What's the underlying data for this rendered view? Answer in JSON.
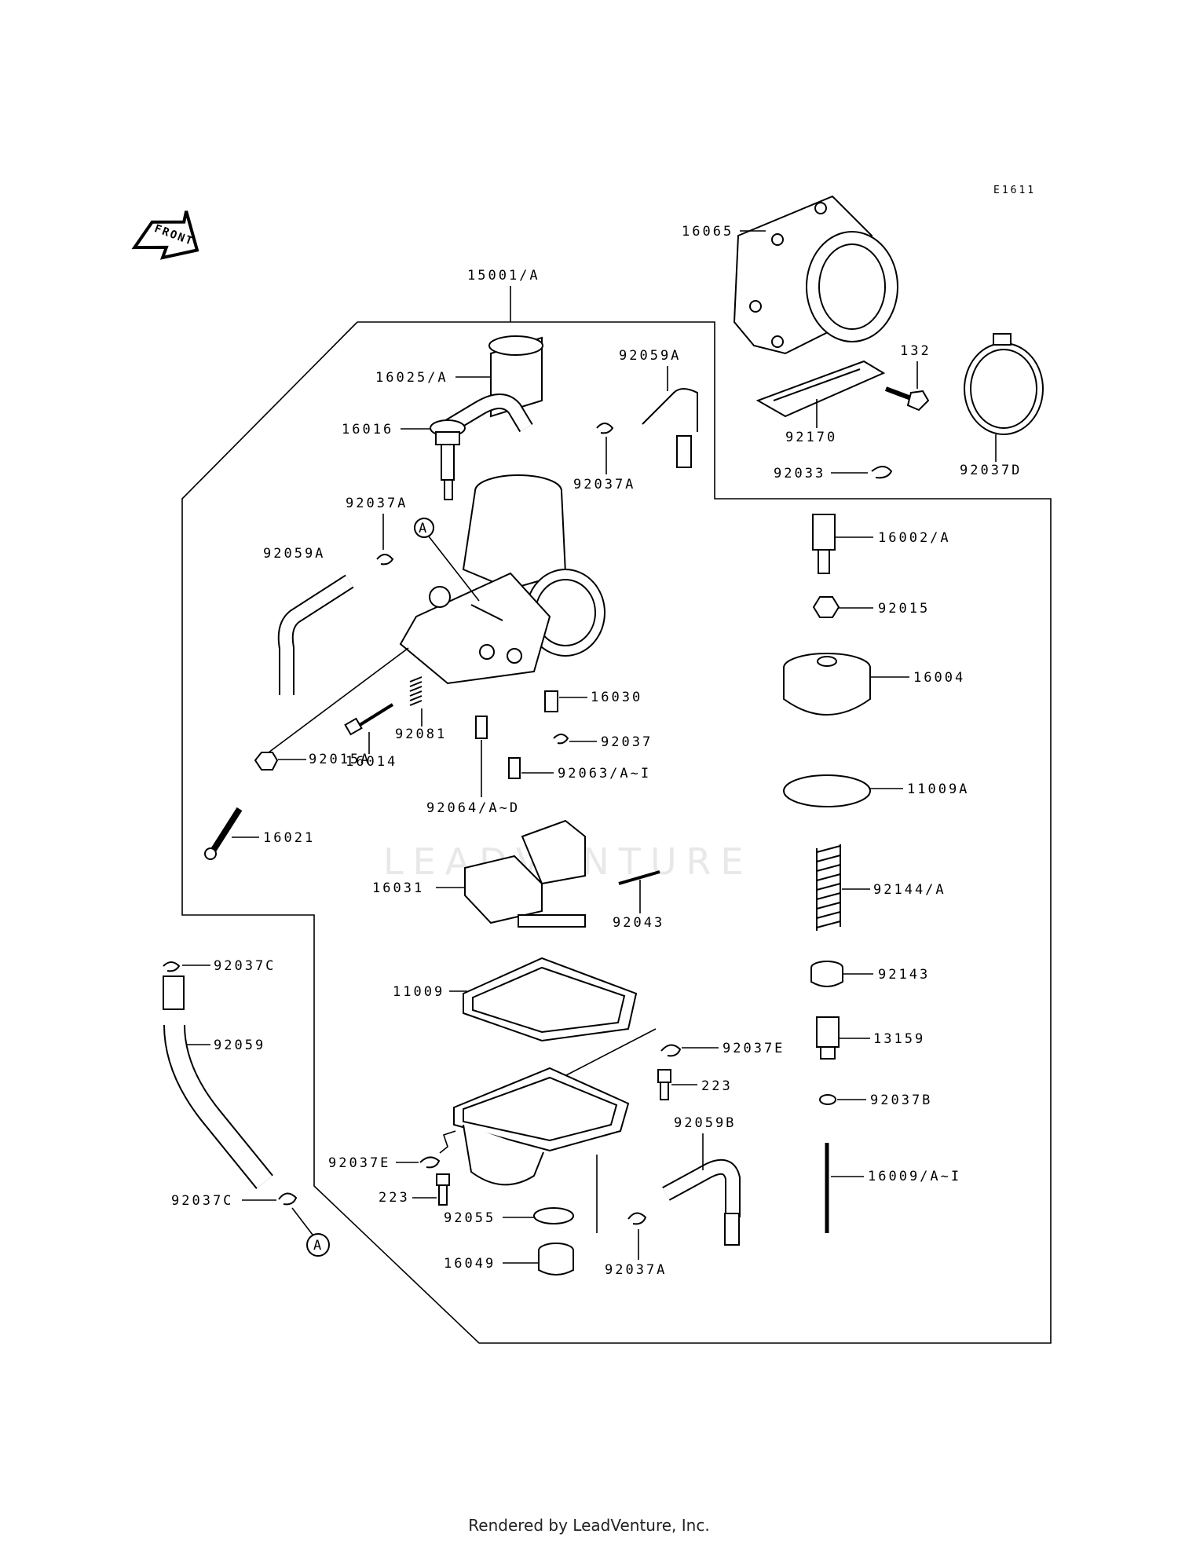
{
  "diagram_code": "E1611",
  "front_label": "FRONT",
  "watermark": "LEADVENTURE",
  "footer": "Rendered by LeadVenture, Inc.",
  "callout_marker": "A",
  "labels": {
    "p16065": "16065",
    "p15001": "15001/A",
    "p16025": "16025/A",
    "p92059A_top": "92059A",
    "p132": "132",
    "p16016": "16016",
    "p92037A_top": "92037A",
    "p92170": "92170",
    "p92037D": "92037D",
    "p92033": "92033",
    "p92037A_left": "92037A",
    "p16002": "16002/A",
    "p92059A_left": "92059A",
    "p92015": "92015",
    "p16004": "16004",
    "p16030": "16030",
    "p92081": "92081",
    "p16014": "16014",
    "p92037": "92037",
    "p92015A": "92015A",
    "p92063": "92063/A~I",
    "p92064": "92064/A~D",
    "p11009A": "11009A",
    "p16021": "16021",
    "p16031": "16031",
    "p92144": "92144/A",
    "p92043": "92043",
    "p92037C_top": "92037C",
    "p92143": "92143",
    "p11009": "11009",
    "p92059": "92059",
    "p13159": "13159",
    "p92037E_right": "92037E",
    "p223_right": "223",
    "p92037B": "92037B",
    "p92059B": "92059B",
    "p92037E_left": "92037E",
    "p16009": "16009/A~I",
    "p223_left": "223",
    "p92037C_bottom": "92037C",
    "p92055": "92055",
    "p16049": "16049",
    "p92037A_bottom": "92037A"
  }
}
